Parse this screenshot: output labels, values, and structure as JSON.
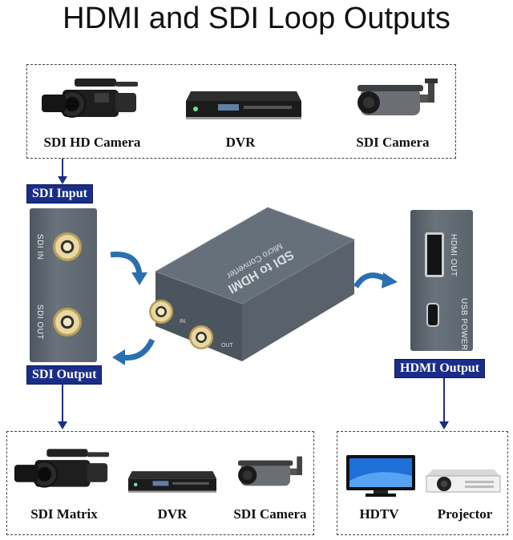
{
  "title": "HDMI and SDI Loop Outputs",
  "sources": [
    {
      "label": "SDI HD Camera",
      "icon": "video-camera-icon"
    },
    {
      "label": "DVR",
      "icon": "dvr-icon"
    },
    {
      "label": "SDI Camera",
      "icon": "cctv-camera-icon"
    }
  ],
  "tags": {
    "sdi_input": "SDI Input",
    "sdi_output": "SDI Output",
    "hdmi_output": "HDMI Output"
  },
  "left_panel": {
    "port1": "SDI IN",
    "port2": "SDI OUT"
  },
  "device": {
    "line1": "SDI to HDMI",
    "line2": "Micro Converter",
    "port_in": "IN",
    "port_out": "OUT"
  },
  "right_panel": {
    "port1": "HDMI OUT",
    "port2": "USB POWER"
  },
  "sdi_destinations": [
    {
      "label": "SDI Matrix",
      "icon": "video-camera-icon"
    },
    {
      "label": "DVR",
      "icon": "dvr-icon"
    },
    {
      "label": "SDI Camera",
      "icon": "cctv-camera-icon"
    }
  ],
  "hdmi_destinations": [
    {
      "label": "HDTV",
      "icon": "tv-icon"
    },
    {
      "label": "Projector",
      "icon": "projector-icon"
    }
  ],
  "colors": {
    "tag_bg": "#1a2e88",
    "device": "#5d666f",
    "arrow": "#2a6fb0"
  }
}
